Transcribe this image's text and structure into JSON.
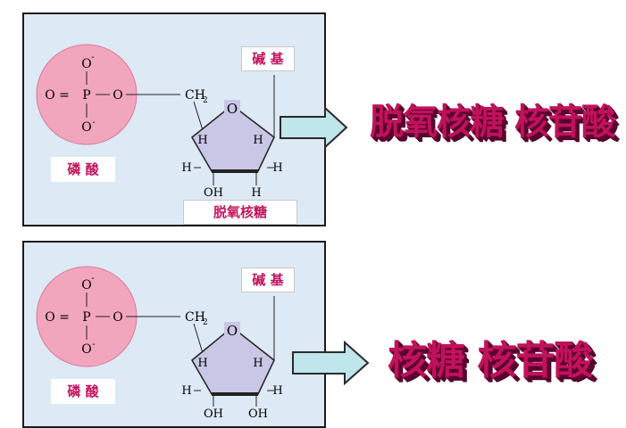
{
  "panel1": {
    "phosphate": {
      "o_top": "O",
      "o_left": "O",
      "p": "P",
      "o_right": "O",
      "o_bottom": "O",
      "neg": "-",
      "eq": "=",
      "label": "磷 酸"
    },
    "sugar": {
      "ch2": "CH",
      "ch2_sub": "2",
      "ring_o": "O",
      "h1": "H",
      "h2": "H",
      "h3": "H",
      "h4": "H",
      "oh": "OH",
      "h_bottom": "H",
      "label": "脱氧核糖"
    },
    "base_label": "碱 基",
    "result": "脱氧核糖  核苷酸"
  },
  "panel2": {
    "phosphate": {
      "o_top": "O",
      "o_left": "O",
      "p": "P",
      "o_right": "O",
      "o_bottom": "O",
      "neg": "-",
      "eq": "=",
      "label": "磷 酸"
    },
    "sugar": {
      "ch2": "CH",
      "ch2_sub": "2",
      "ring_o": "O",
      "h1": "H",
      "h2": "H",
      "h3": "H",
      "h4": "H",
      "oh1": "OH",
      "oh2": "OH"
    },
    "base_label": "碱 基",
    "result": "核糖  核苷酸"
  },
  "colors": {
    "panel_bg": "#dde9f5",
    "phosphate_fill": "#f2a6bd",
    "ring_fill": "#c9c6e6",
    "label_text": "#c4145e",
    "arrow_fill": "#bfe6ea",
    "big_text": "#c0125a"
  }
}
